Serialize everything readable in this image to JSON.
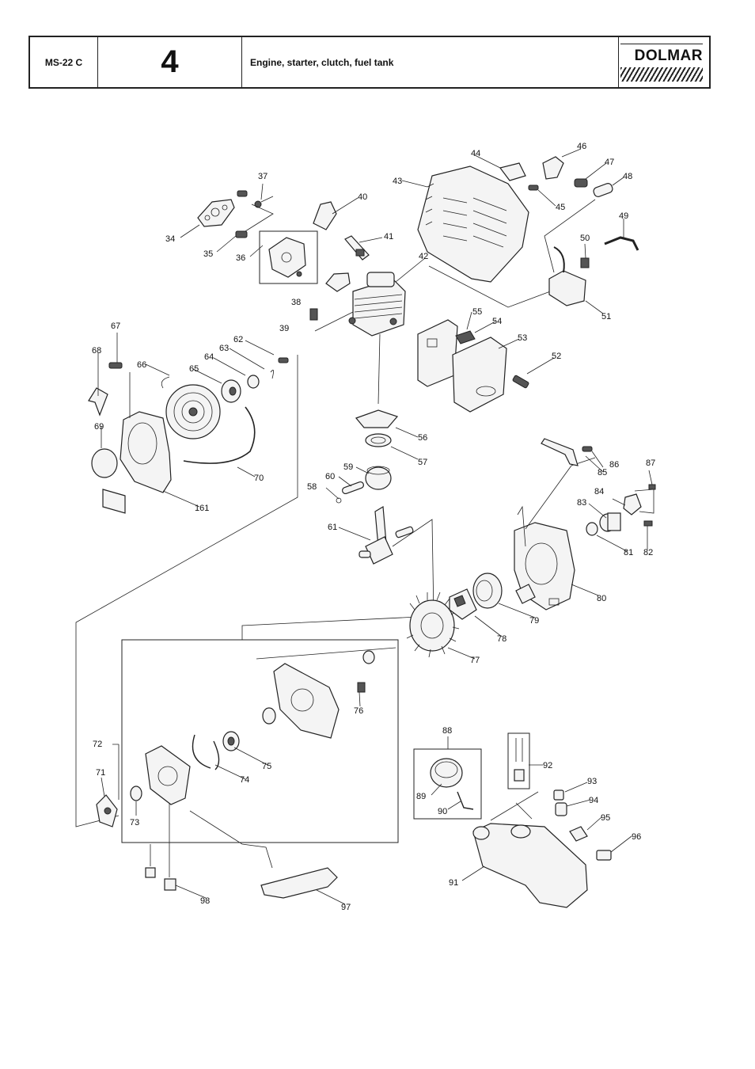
{
  "header": {
    "model": "MS-22 C",
    "section_number": "4",
    "title": "Engine, starter, clutch, fuel tank",
    "brand": "DOLMAR"
  },
  "diagram": {
    "part_numbers": [
      "34",
      "35",
      "36",
      "37",
      "38",
      "39",
      "40",
      "41",
      "42",
      "43",
      "44",
      "45",
      "46",
      "47",
      "48",
      "49",
      "50",
      "51",
      "52",
      "53",
      "54",
      "55",
      "56",
      "57",
      "58",
      "59",
      "60",
      "61",
      "62",
      "63",
      "64",
      "65",
      "66",
      "67",
      "68",
      "69",
      "70",
      "161",
      "71",
      "72",
      "73",
      "74",
      "75",
      "76",
      "77",
      "78",
      "79",
      "80",
      "81",
      "82",
      "83",
      "84",
      "85",
      "86",
      "87",
      "88",
      "89",
      "90",
      "91",
      "92",
      "93",
      "94",
      "95",
      "96",
      "97",
      "98"
    ]
  }
}
